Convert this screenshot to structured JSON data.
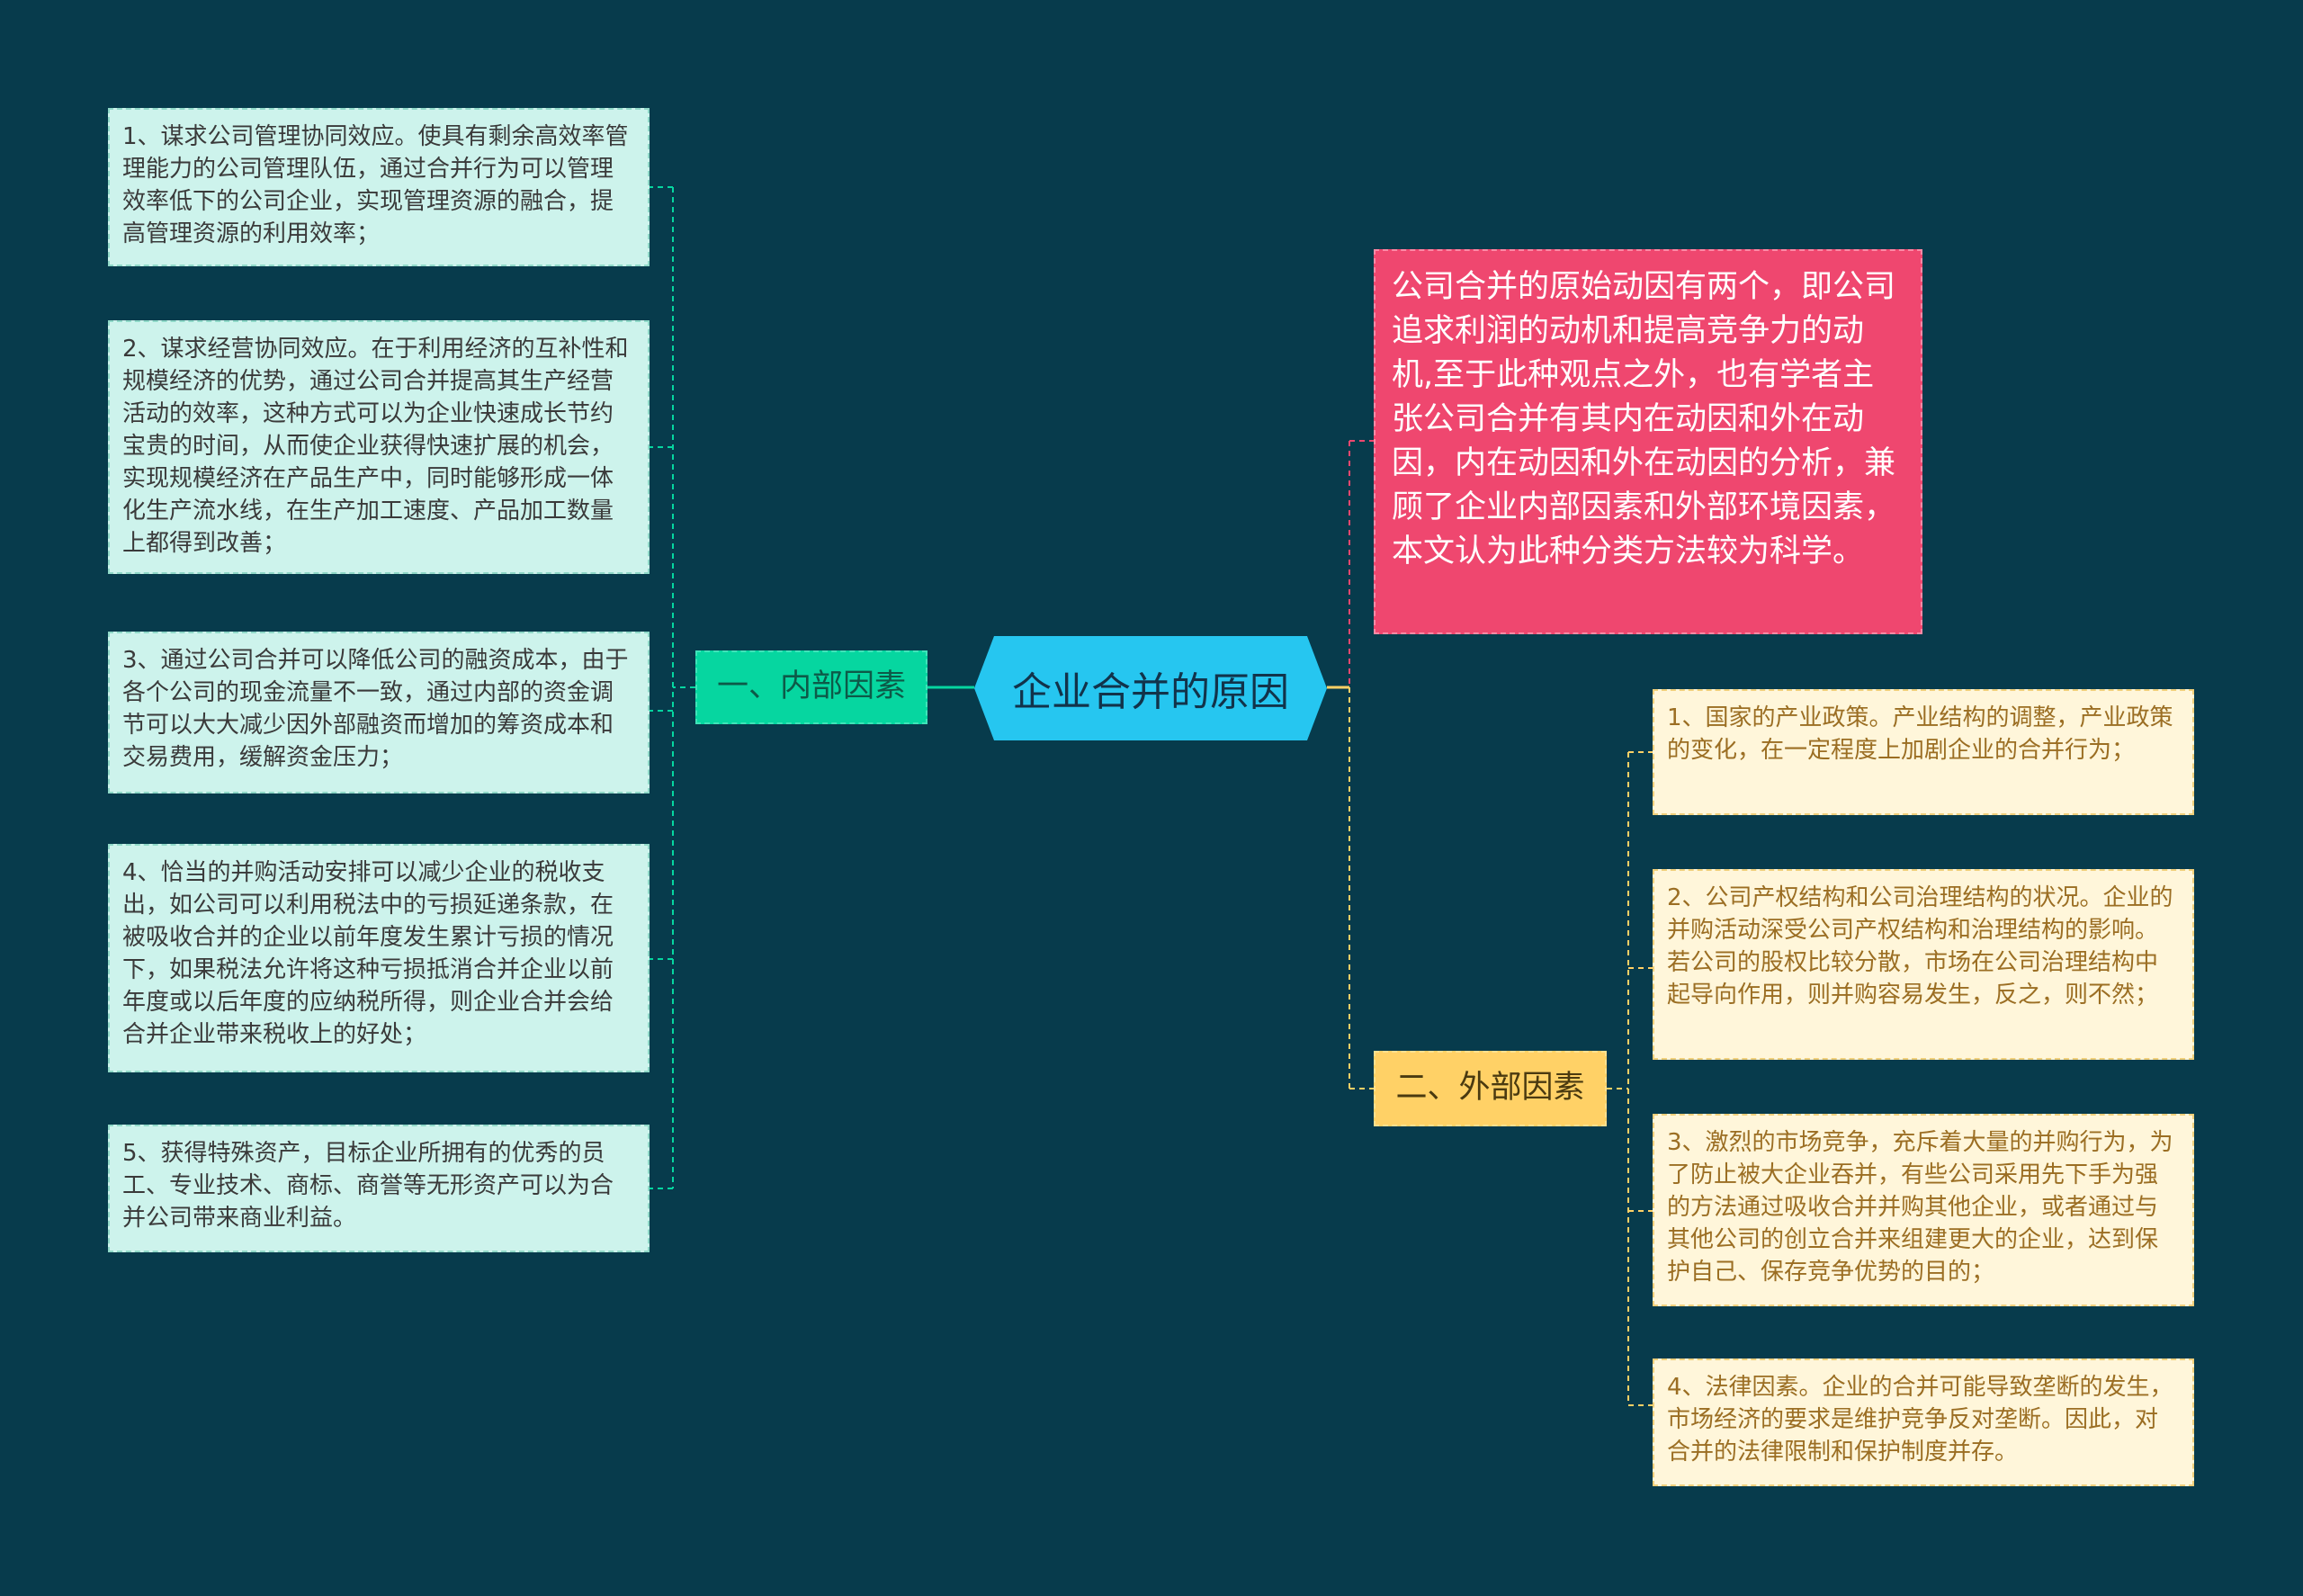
{
  "center": {
    "title": "企业合并的原因"
  },
  "intro": {
    "text": "公司合并的原始动因有两个，即公司追求利润的动机和提高竞争力的动机,至于此种观点之外，也有学者主张公司合并有其内在动因和外在动因，内在动因和外在动因的分析，兼顾了企业内部因素和外部环境因素，本文认为此种分类方法较为科学。"
  },
  "branches": {
    "internal": {
      "label": "一、内部因素",
      "items": [
        "1、谋求公司管理协同效应。使具有剩余高效率管理能力的公司管理队伍，通过合并行为可以管理效率低下的公司企业，实现管理资源的融合，提高管理资源的利用效率；",
        "2、谋求经营协同效应。在于利用经济的互补性和规模经济的优势，通过公司合并提高其生产经营活动的效率，这种方式可以为企业快速成长节约宝贵的时间，从而使企业获得快速扩展的机会，实现规模经济在产品生产中，同时能够形成一体化生产流水线，在生产加工速度、产品加工数量上都得到改善；",
        "3、通过公司合并可以降低公司的融资成本，由于各个公司的现金流量不一致，通过内部的资金调节可以大大减少因外部融资而增加的筹资成本和交易费用，缓解资金压力；",
        "4、恰当的并购活动安排可以减少企业的税收支出，如公司可以利用税法中的亏损延递条款，在被吸收合并的企业以前年度发生累计亏损的情况下，如果税法允许将这种亏损抵消合并企业以前年度或以后年度的应纳税所得，则企业合并会给合并企业带来税收上的好处；",
        "5、获得特殊资产，目标企业所拥有的优秀的员工、专业技术、商标、商誉等无形资产可以为合并公司带来商业利益。"
      ]
    },
    "external": {
      "label": "二、外部因素",
      "items": [
        "1、国家的产业政策。产业结构的调整，产业政策的变化，在一定程度上加剧企业的合并行为；",
        "2、公司产权结构和公司治理结构的状况。企业的并购活动深受公司产权结构和治理结构的影响。若公司的股权比较分散，市场在公司治理结构中起导向作用，则并购容易发生，反之，则不然；",
        "3、激烈的市场竞争，充斥着大量的并购行为，为了防止被大企业吞并，有些公司采用先下手为强的方法通过吸收合并并购其他企业，或者通过与其他公司的创立合并来组建更大的企业，达到保护自己、保存竞争优势的目的；",
        "4、法律因素。企业的合并可能导致垄断的发生，市场经济的要求是维护竞争反对垄断。因此，对合并的法律限制和保护制度并存。"
      ]
    }
  },
  "colors": {
    "background": "#073b4c",
    "center": "#26c6f0",
    "intro": "#ef476f",
    "internal_branch": "#06d6a0",
    "external_branch": "#ffd166",
    "internal_leaf": "#cdf3ec",
    "external_leaf": "#fff6da"
  }
}
